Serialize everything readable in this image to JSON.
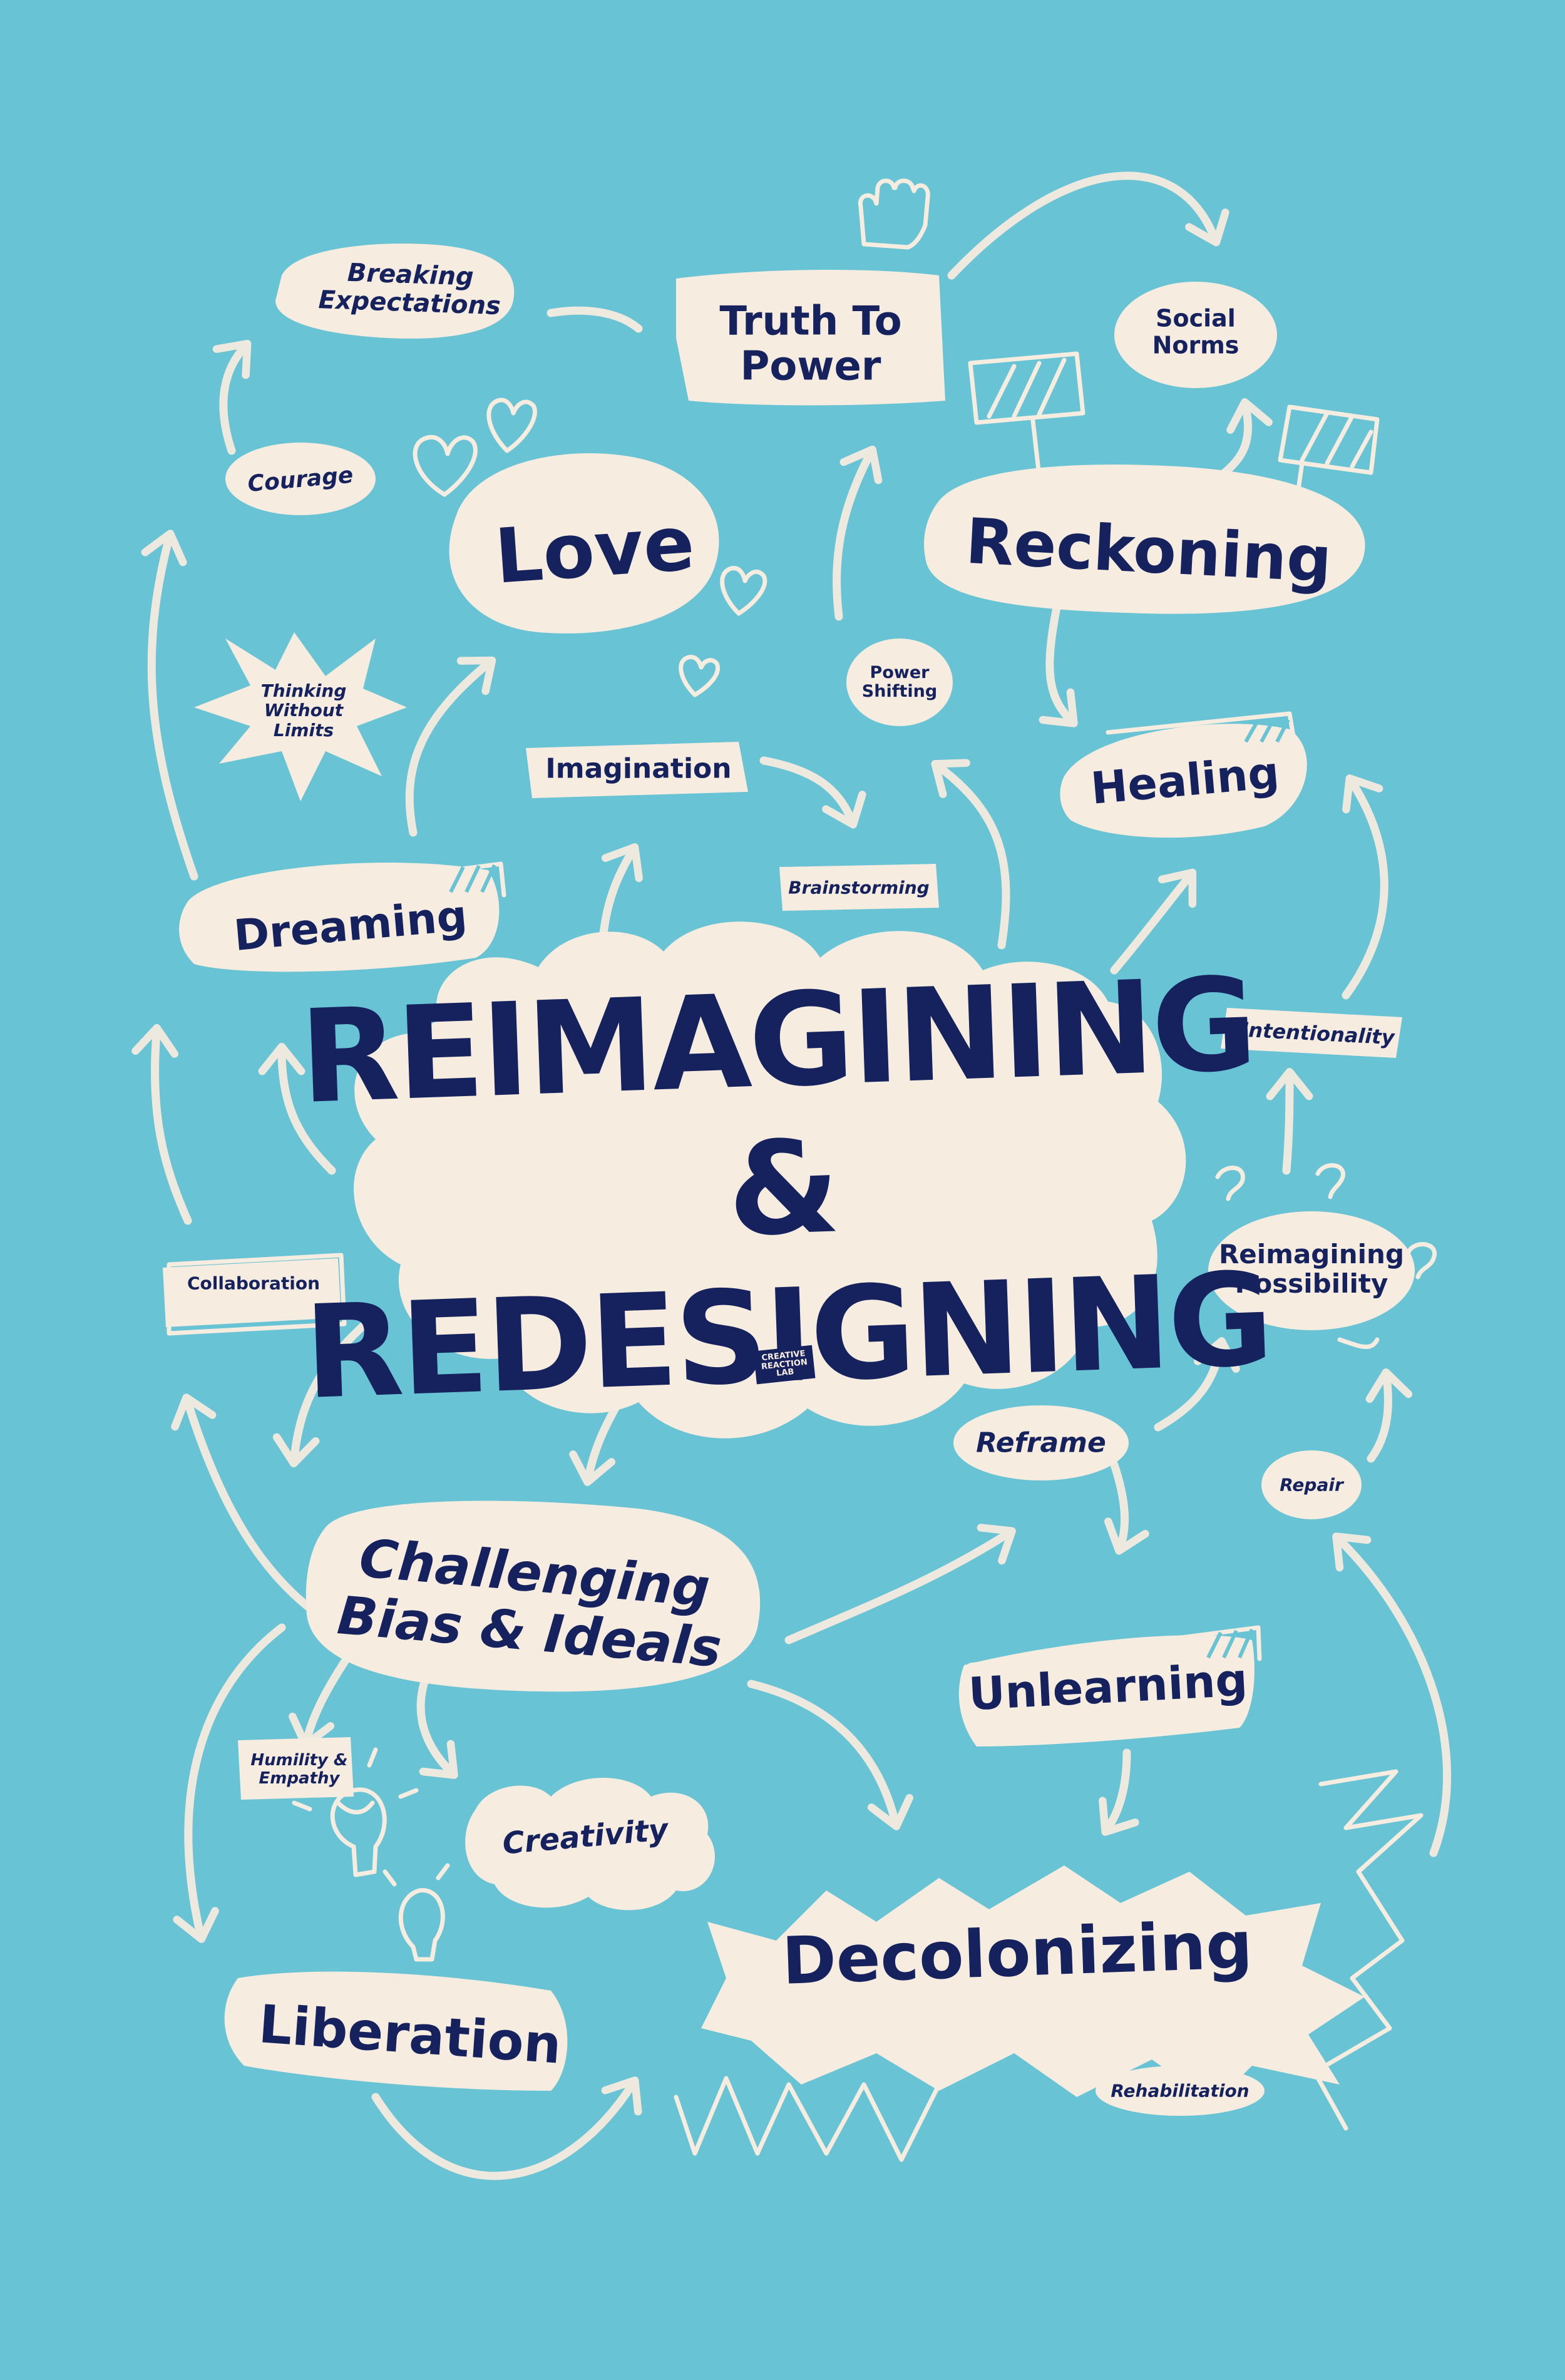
{
  "colors": {
    "background": "#68c3d4",
    "bubble": "#f6ecdf",
    "ink": "#15225e"
  },
  "title": "REIMAGINING &\nREDESIGNING",
  "logo": "CREATIVE\nREACTION\nLAB",
  "nodes": {
    "breaking_expectations": "Breaking\nExpectations",
    "truth_to_power": "Truth To\nPower",
    "social_norms": "Social\nNorms",
    "courage": "Courage",
    "love": "Love",
    "reckoning": "Reckoning",
    "thinking_without_limits": "Thinking\nWithout\nLimits",
    "power_shifting": "Power\nShifting",
    "imagination": "Imagination",
    "healing": "Healing",
    "brainstorming": "Brainstorming",
    "dreaming": "Dreaming",
    "intentionality": "Intentionality",
    "collaboration": "Collaboration",
    "reimagining_possibility": "Reimagining\nPossibility",
    "reframe": "Reframe",
    "repair": "Repair",
    "challenging_bias": "Challenging\nBias & Ideals",
    "unlearning": "Unlearning",
    "humility_empathy": "Humility &\nEmpathy",
    "creativity": "Creativity",
    "decolonizing": "Decolonizing",
    "liberation": "Liberation",
    "rehabilitation": "Rehabilitation"
  },
  "icons": [
    "raised-fist-icon",
    "heart-icon",
    "protest-sign-icon",
    "lightbulb-icon"
  ]
}
